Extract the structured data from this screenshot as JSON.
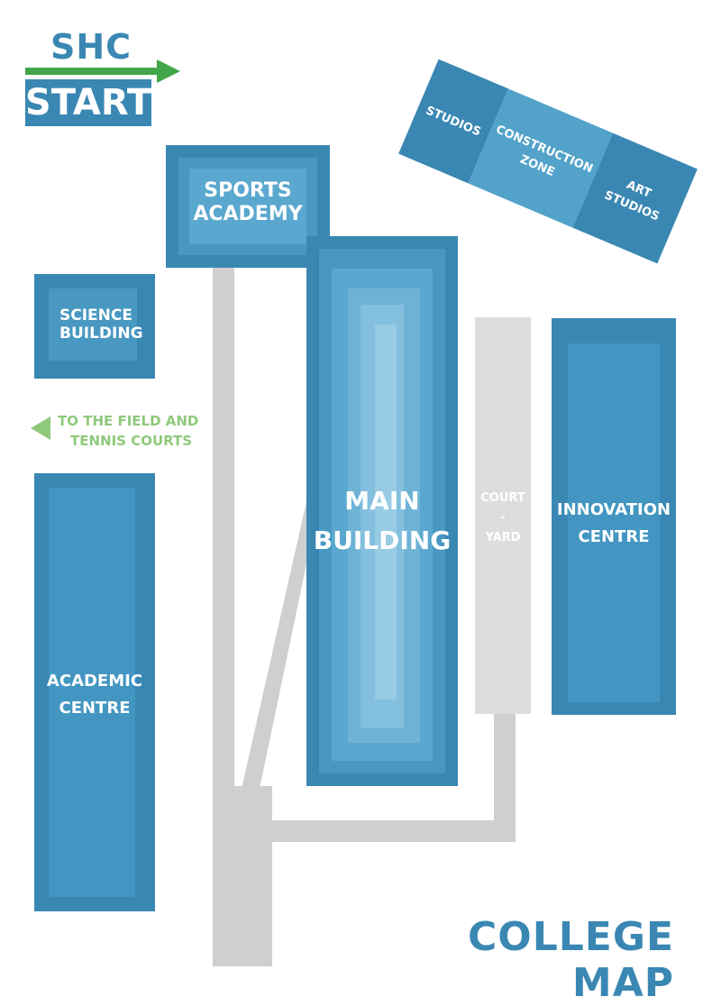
{
  "logo": {
    "top": "SHC",
    "bottom": "START"
  },
  "buildings": {
    "sports_academy": "SPORTS ACADEMY",
    "science_building": "SCIENCE BUILDING",
    "main_building": "MAIN BUILDING",
    "innovation_centre": "INNOVATION CENTRE",
    "academic_centre": "ACADEMIC CENTRE",
    "courtyard": {
      "line1": "COURT",
      "line2": "-",
      "line3": "YARD"
    },
    "studios": "STUDIOS",
    "construction_zone": "CONSTRUCTION ZONE",
    "art_studios": "ART STUDIOS"
  },
  "directions": {
    "field_line1": "TO THE FIELD AND",
    "field_line2": "TENNIS COURTS"
  },
  "title": "COLLEGE MAP",
  "colors": {
    "building": "#3a87b3",
    "building_mid": "#4898c2",
    "building_light": "#5aa8cf",
    "building_lighter": "#77b8da",
    "building_lightest": "#98cce5",
    "path": "#cfcfcf",
    "courtyard": "#dddddd",
    "accent_green": "#44a64a",
    "label_green": "#8fc97c"
  }
}
